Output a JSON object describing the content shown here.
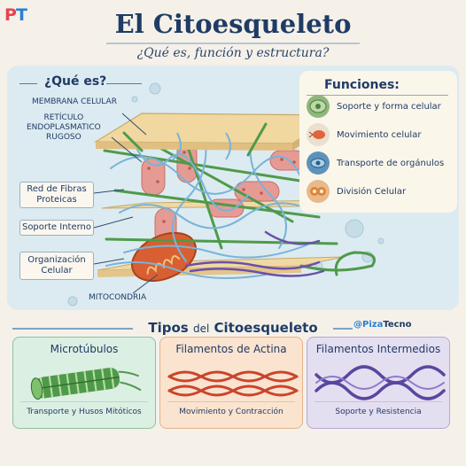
{
  "header": {
    "logo_p": "P",
    "logo_t": "T",
    "title": "El Citoesqueleto",
    "subtitle": "¿Qué es, función y estructura?"
  },
  "what_is": {
    "heading": "¿Qué es?",
    "labels": {
      "membrane": "MEMBRANA CELULAR",
      "rer": "RETÍCULO\nENDOPLASMATICO\nRUGOSO",
      "mitochondria": "MITOCONDRIA"
    },
    "boxes": [
      "Red de Fibras Proteicas",
      "Soporte Interno",
      "Organización Celular"
    ]
  },
  "functions": {
    "heading": "Funciones:",
    "items": [
      {
        "label": "Soporte y forma celular",
        "icon": "cell-shape-icon",
        "color": "#8fb77d"
      },
      {
        "label": "Movimiento celular",
        "icon": "moving-cell-icon",
        "color": "#e9e0cf"
      },
      {
        "label": "Transporte de orgánulos",
        "icon": "transport-icon",
        "color": "#5d93b8"
      },
      {
        "label": "División Celular",
        "icon": "cell-division-icon",
        "color": "#e8b98a"
      }
    ]
  },
  "brand": {
    "at": "@",
    "name_a": "Piza",
    "name_b": "Tecno"
  },
  "types": {
    "heading_a": "Tipos",
    "heading_del": "del",
    "heading_b": "Citoesqueleto",
    "cards": [
      {
        "title": "Microtúbulos",
        "caption": "Transporte y Husos Mitóticos",
        "bg": "#dcefe3",
        "border": "#8cc0a2"
      },
      {
        "title": "Filamentos de Actina",
        "caption": "Movimiento y Contracción",
        "bg": "#fae3cf",
        "border": "#e5b48b"
      },
      {
        "title": "Filamentos Intermedios",
        "caption": "Soporte y Resistencia",
        "bg": "#e4def1",
        "border": "#b7a6d6"
      }
    ]
  }
}
